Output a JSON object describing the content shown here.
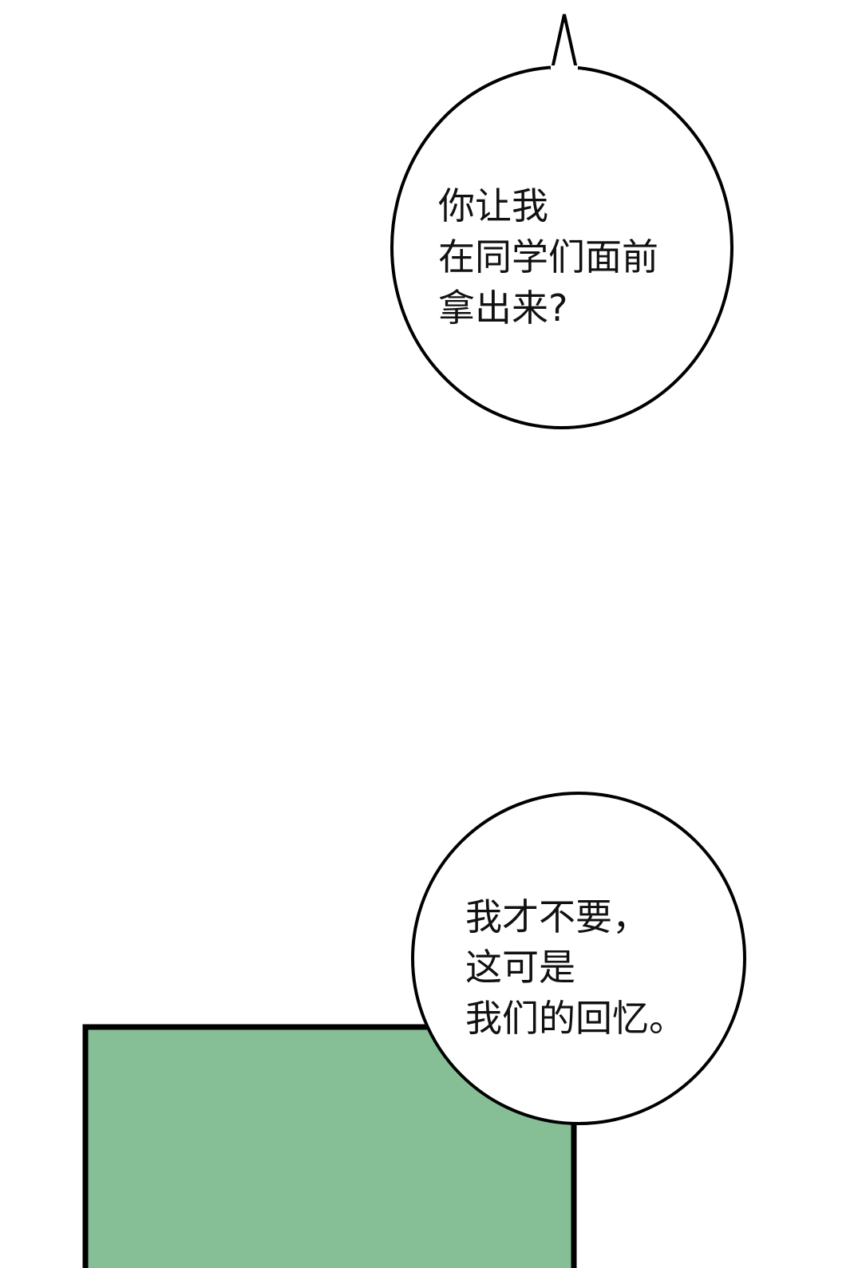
{
  "bubble_top": {
    "lines": [
      "你让我",
      "在同学们面前",
      "拿出来?"
    ]
  },
  "bubble_bottom": {
    "lines": [
      "我才不要，",
      "这可是",
      "我们的回忆。"
    ]
  },
  "colors": {
    "panel_fill": "#86BE96",
    "outline": "#000000",
    "background": "#FFFFFF"
  }
}
